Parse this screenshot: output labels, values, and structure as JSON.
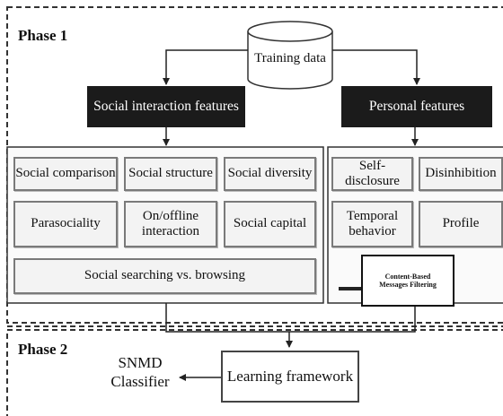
{
  "phase1": {
    "label": "Phase 1"
  },
  "phase2": {
    "label": "Phase 2"
  },
  "training_data": {
    "label": "Training data"
  },
  "social_interaction_features": {
    "title": "Social interaction features",
    "items": [
      "Social comparison",
      "Social structure",
      "Social diversity",
      "Parasociality",
      "On/offline\ninteraction",
      "Social capital",
      "Social searching vs. browsing"
    ]
  },
  "personal_features": {
    "title": "Personal features",
    "items": [
      "Self-disclosure",
      "Disinhibition",
      "Temporal\nbehavior",
      "Profile"
    ]
  },
  "content_filter": {
    "label": "Content-Based\nMessages Filtering"
  },
  "learning_framework": {
    "label": "Learning framework"
  },
  "classifier": {
    "label": "SNMD\nClassifier"
  },
  "colors": {
    "dark_box": "#1b1b1b",
    "cell_fill": "#f3f3f3",
    "line": "#222222"
  }
}
